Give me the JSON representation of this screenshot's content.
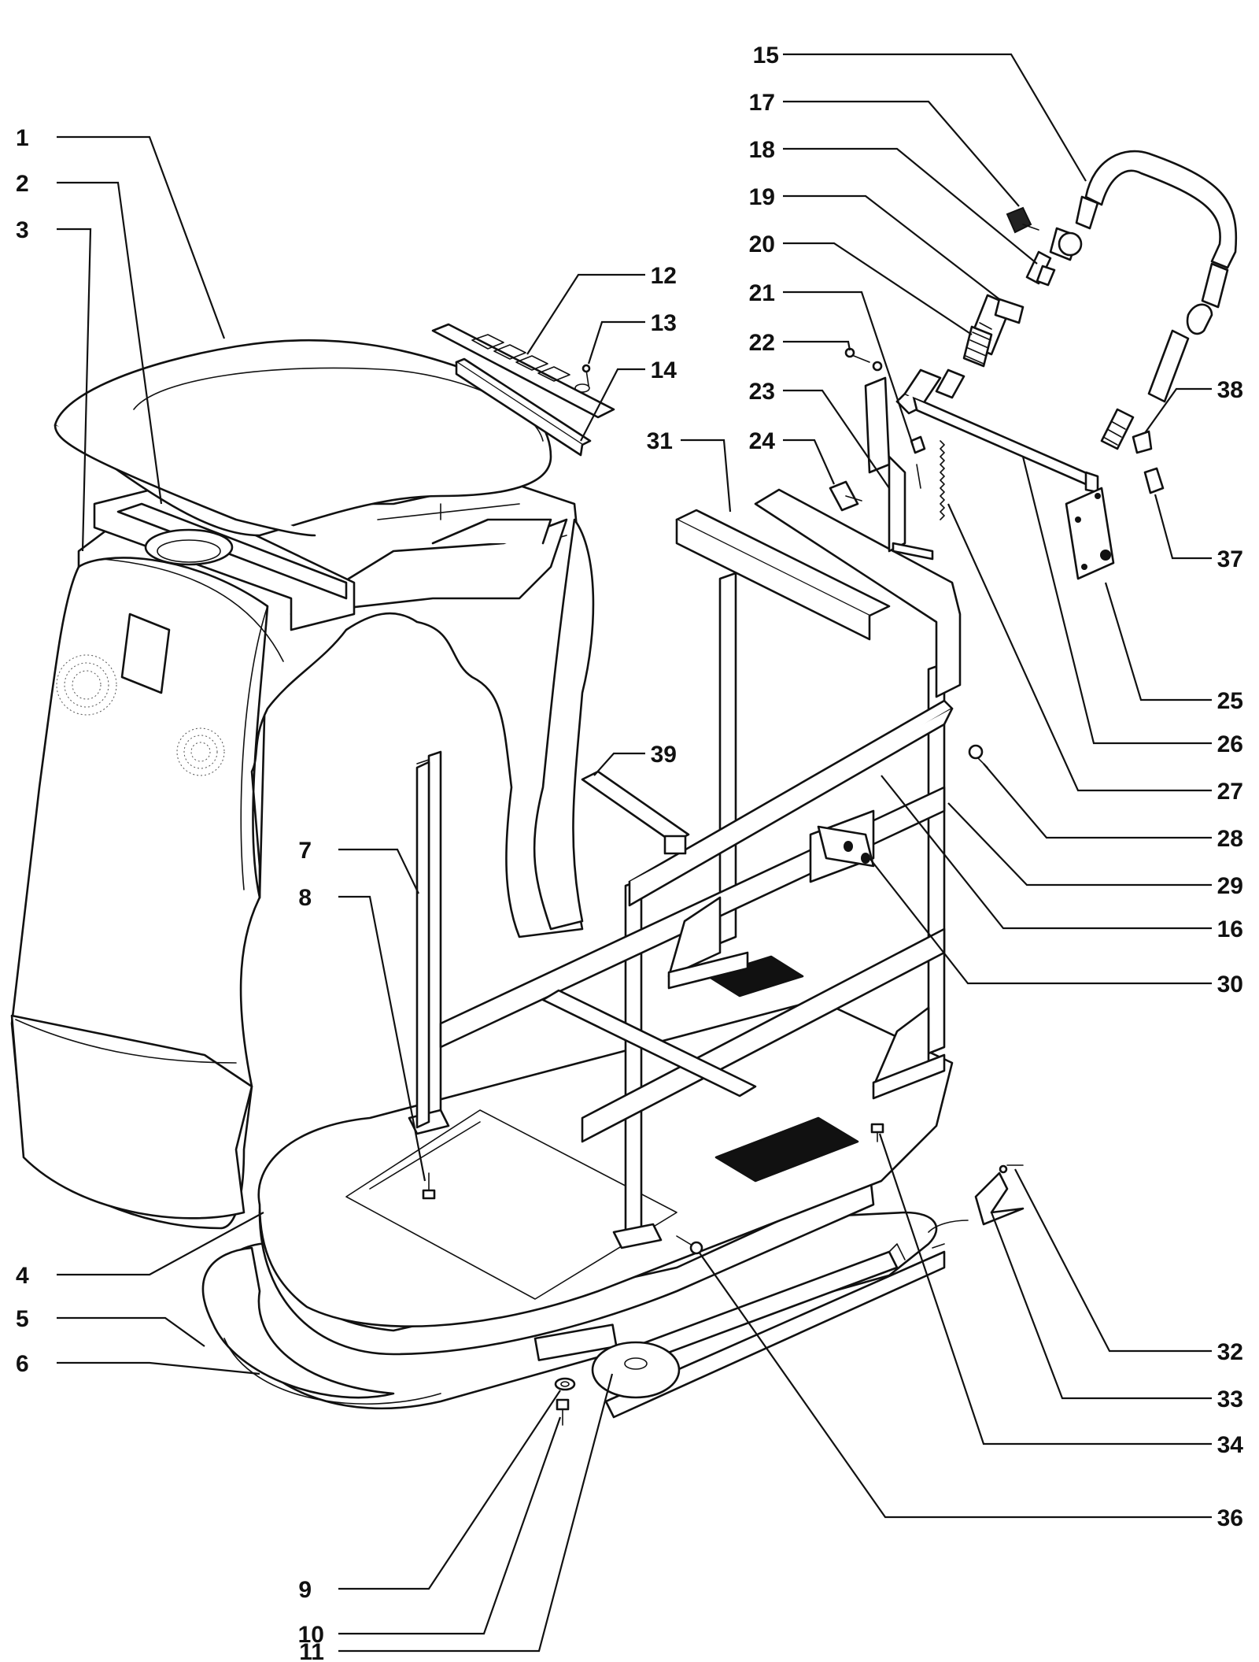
{
  "diagram": {
    "callouts": [
      {
        "id": "1",
        "label": "1"
      },
      {
        "id": "2",
        "label": "2"
      },
      {
        "id": "3",
        "label": "3"
      },
      {
        "id": "4",
        "label": "4"
      },
      {
        "id": "5",
        "label": "5"
      },
      {
        "id": "6",
        "label": "6"
      },
      {
        "id": "7",
        "label": "7"
      },
      {
        "id": "8",
        "label": "8"
      },
      {
        "id": "9",
        "label": "9"
      },
      {
        "id": "10",
        "label": "10"
      },
      {
        "id": "11",
        "label": "11"
      },
      {
        "id": "12",
        "label": "12"
      },
      {
        "id": "13",
        "label": "13"
      },
      {
        "id": "14",
        "label": "14"
      },
      {
        "id": "15",
        "label": "15"
      },
      {
        "id": "16",
        "label": "16"
      },
      {
        "id": "17",
        "label": "17"
      },
      {
        "id": "18",
        "label": "18"
      },
      {
        "id": "19",
        "label": "19"
      },
      {
        "id": "20",
        "label": "20"
      },
      {
        "id": "21",
        "label": "21"
      },
      {
        "id": "22",
        "label": "22"
      },
      {
        "id": "23",
        "label": "23"
      },
      {
        "id": "24",
        "label": "24"
      },
      {
        "id": "25",
        "label": "25"
      },
      {
        "id": "26",
        "label": "26"
      },
      {
        "id": "27",
        "label": "27"
      },
      {
        "id": "28",
        "label": "28"
      },
      {
        "id": "29",
        "label": "29"
      },
      {
        "id": "30",
        "label": "30"
      },
      {
        "id": "31",
        "label": "31"
      },
      {
        "id": "32",
        "label": "32"
      },
      {
        "id": "33",
        "label": "33"
      },
      {
        "id": "34",
        "label": "34"
      },
      {
        "id": "36",
        "label": "36"
      },
      {
        "id": "37",
        "label": "37"
      },
      {
        "id": "38",
        "label": "38"
      },
      {
        "id": "39",
        "label": "39"
      }
    ]
  }
}
